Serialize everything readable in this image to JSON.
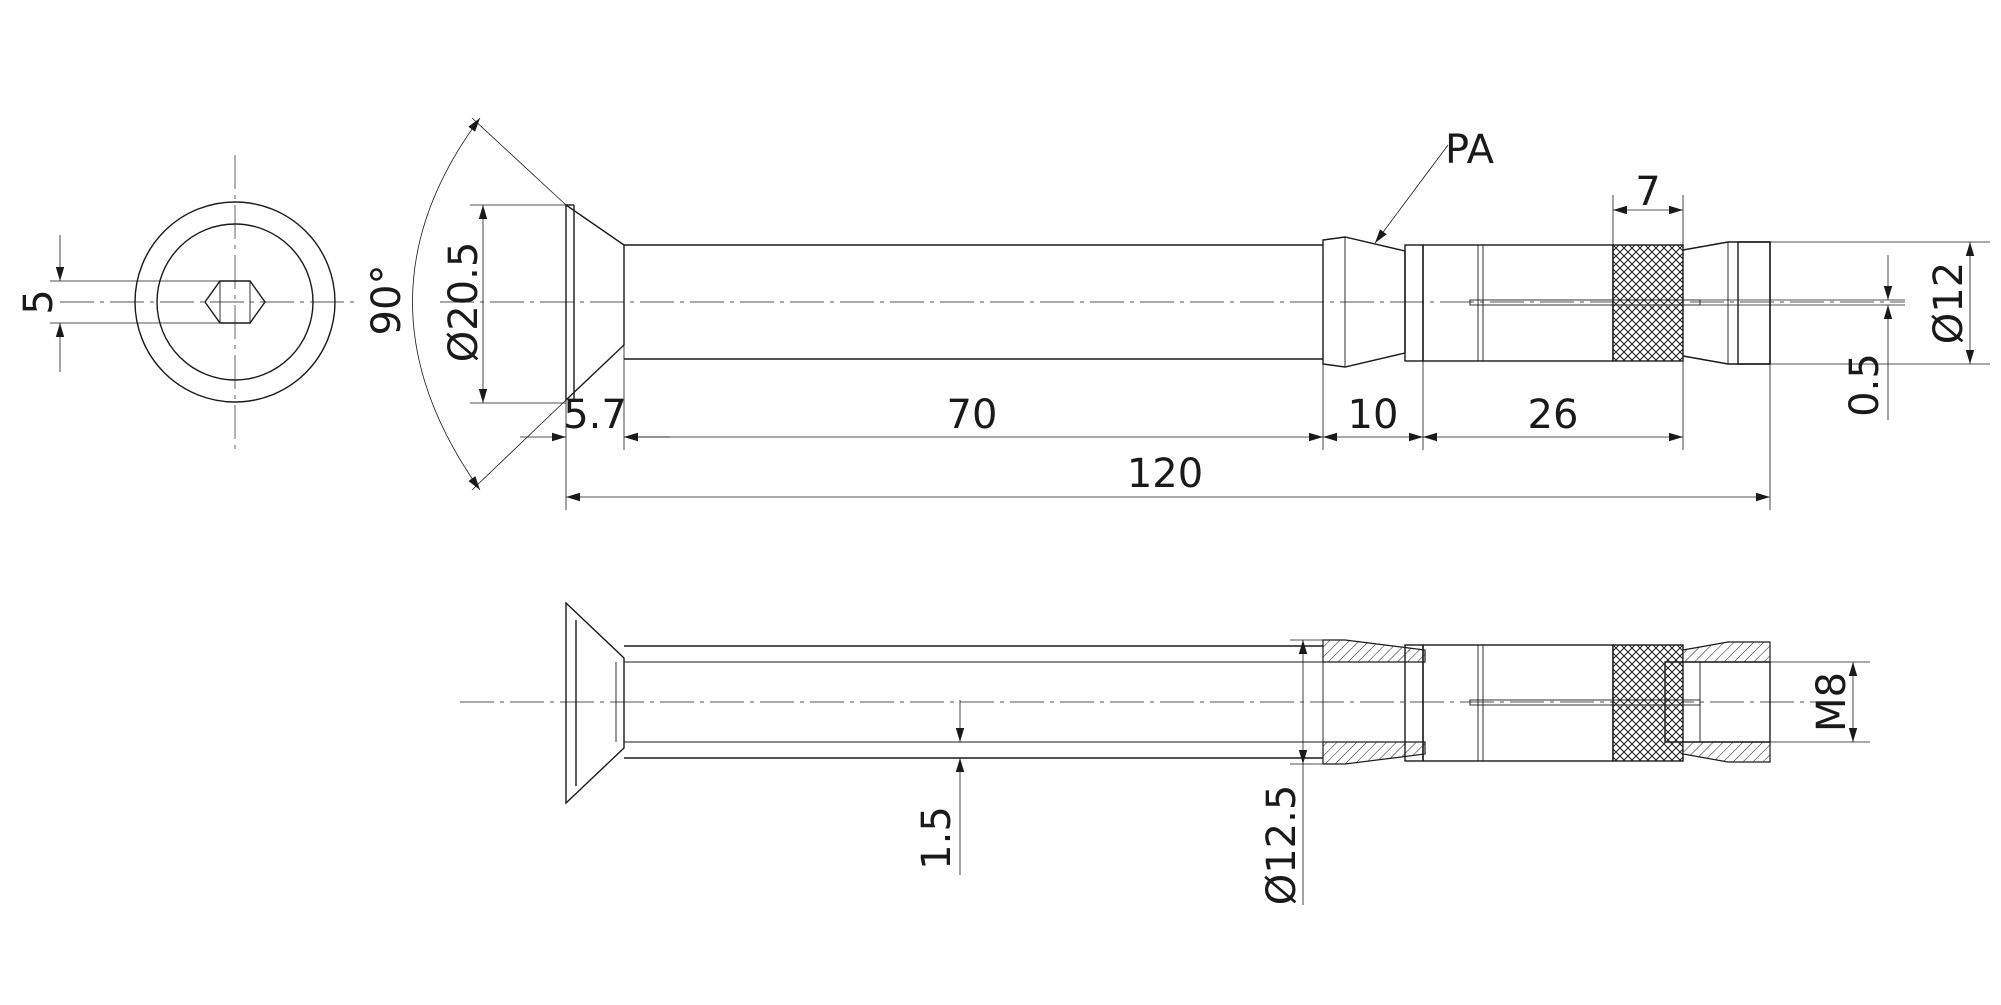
{
  "labels": {
    "hex_size": "5",
    "angle": "90°",
    "head_dia": "Ø20.5",
    "material": "PA",
    "knurl_len": "7",
    "sleeve_dia": "Ø12",
    "slot_width": "0.5",
    "head_height": "5.7",
    "shank_len": "70",
    "cone_len": "10",
    "expansion_len": "26",
    "total_len": "120",
    "wall": "1.5",
    "tube_dia": "Ø12.5",
    "thread": "M8"
  }
}
